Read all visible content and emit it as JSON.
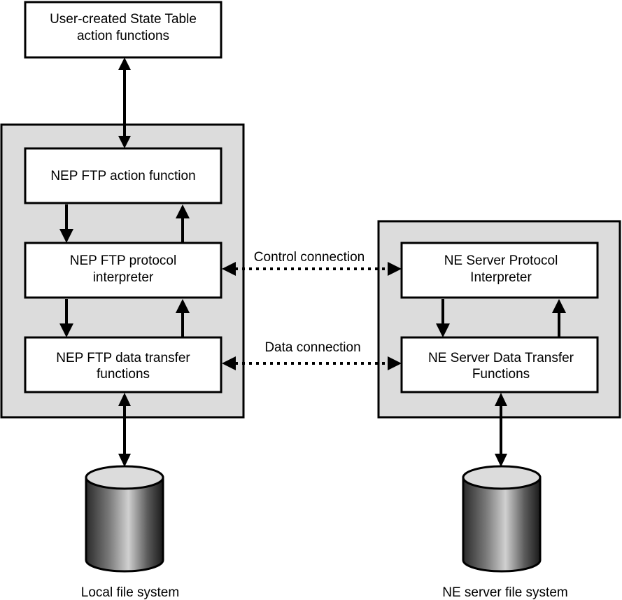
{
  "boxes": {
    "user_action": {
      "line1": "User-created State Table",
      "line2": "action functions"
    },
    "nep_action": {
      "line1": "NEP FTP action function"
    },
    "nep_protocol": {
      "line1": "NEP FTP protocol",
      "line2": "interpreter"
    },
    "nep_data": {
      "line1": "NEP FTP data transfer",
      "line2": "functions"
    },
    "ne_protocol": {
      "line1": "NE Server Protocol",
      "line2": "Interpreter"
    },
    "ne_data": {
      "line1": "NE Server Data Transfer",
      "line2": "Functions"
    }
  },
  "connections": {
    "control": "Control connection",
    "data": "Data connection"
  },
  "storage": {
    "local": "Local file system",
    "ne": "NE server file system"
  }
}
